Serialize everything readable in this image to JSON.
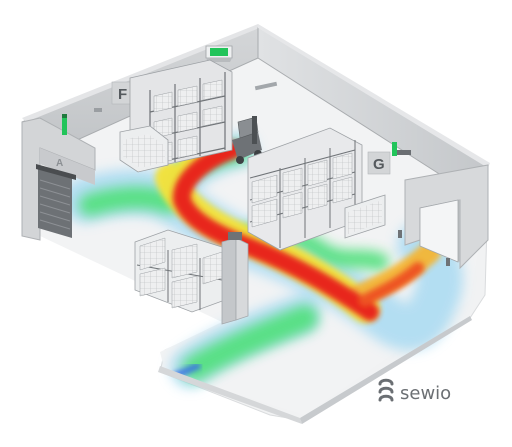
{
  "zones": {
    "a": "A",
    "f": "F",
    "g": "G"
  },
  "brand": {
    "name": "sewio",
    "icon": "sewio-logo-icon",
    "color": "#6b6f73"
  },
  "colors": {
    "wall": "#c9cbcd",
    "floor": "#f1f2f3",
    "heat_high": "#e8261e",
    "heat_mid": "#f6e33a",
    "heat_low": "#3fe06a",
    "heat_cool": "#7ec9ef",
    "sign_green": "#22c45a"
  }
}
